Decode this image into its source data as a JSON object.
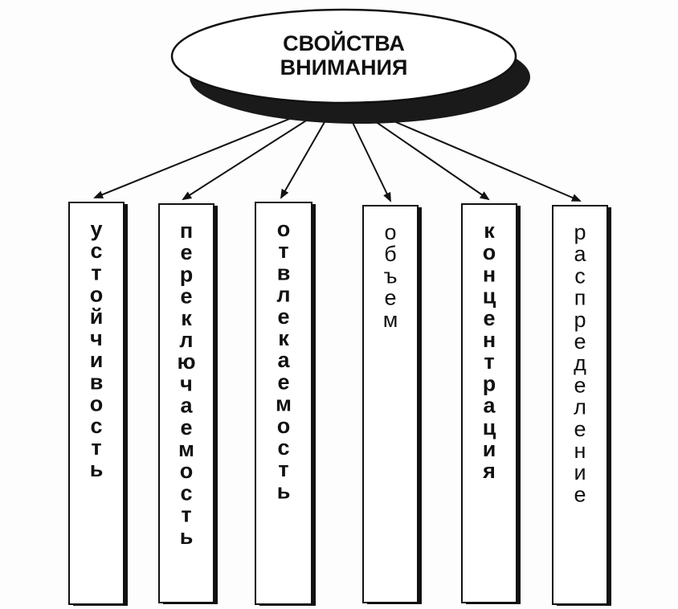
{
  "root": {
    "line1": "СВОЙСТВА",
    "line2": "ВНИМАНИЯ"
  },
  "properties": [
    {
      "label": "устойчивость",
      "bold": true
    },
    {
      "label": "переключаемость",
      "bold": true
    },
    {
      "label": "отвлекаемость",
      "bold": true
    },
    {
      "label": "объем",
      "bold": false
    },
    {
      "label": "концентрация",
      "bold": true
    },
    {
      "label": "распределение",
      "bold": false
    }
  ]
}
